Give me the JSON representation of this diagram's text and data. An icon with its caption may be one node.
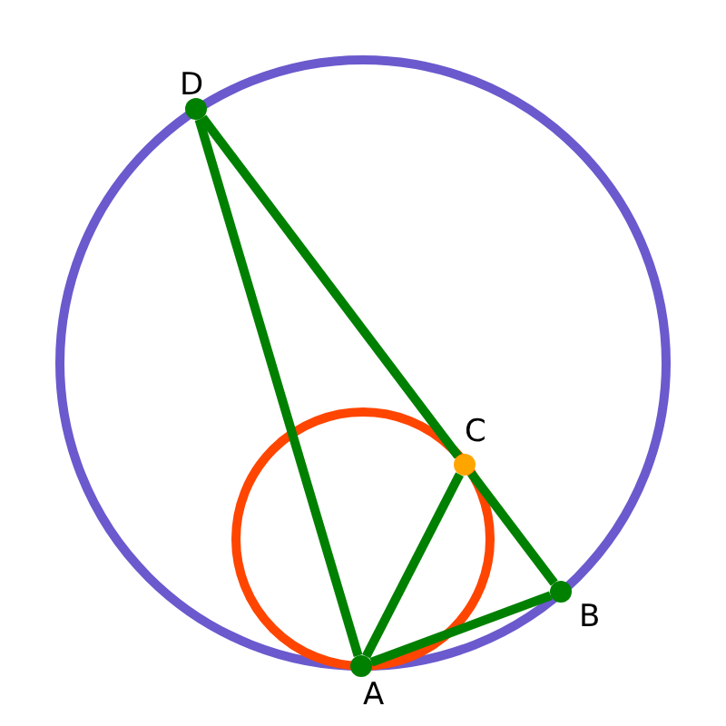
{
  "diagram": {
    "nodes": [
      {
        "text": [
          "D"
        ]
      },
      {
        "text": [
          "C"
        ]
      },
      {
        "text": [
          "B"
        ]
      },
      {
        "text": [
          "A"
        ]
      }
    ],
    "edges": [
      {
        "from": 0,
        "to": 3,
        "arrow": "none"
      },
      {
        "from": 0,
        "to": 1,
        "arrow": "none"
      },
      {
        "from": 1,
        "to": 2,
        "arrow": "none"
      },
      {
        "from": 3,
        "to": 1,
        "arrow": "none"
      },
      {
        "from": 3,
        "to": 2,
        "arrow": "none"
      }
    ]
  }
}
